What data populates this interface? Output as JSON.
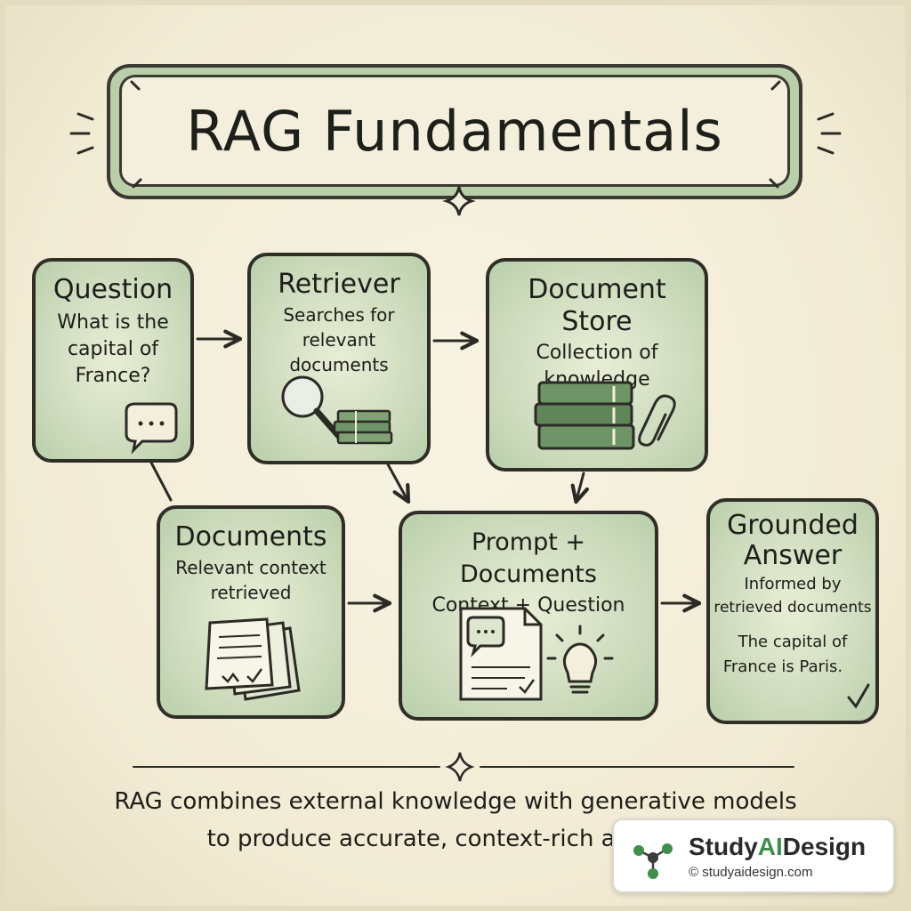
{
  "title": "RAG Fundamentals",
  "nodes": {
    "question": {
      "title": "Question",
      "lines": [
        "What is the",
        "capital of",
        "France?"
      ]
    },
    "retriever": {
      "title": "Retriever",
      "lines": [
        "Searches for",
        "relevant documents"
      ]
    },
    "document_store": {
      "title": "Document Store",
      "lines": [
        "Collection of",
        "knowledge"
      ]
    },
    "documents": {
      "title": "Documents",
      "lines": [
        "Relevant context",
        "retrieved"
      ]
    },
    "prompt_documents": {
      "title": "Prompt + Documents",
      "subtitle": "Context + Question"
    },
    "grounded_answer": {
      "title_lines": [
        "Grounded",
        "Answer"
      ],
      "lines": [
        "Informed by",
        "retrieved documents"
      ],
      "answer_lines": [
        "The capital of",
        "France is Paris."
      ]
    }
  },
  "footer": {
    "line1": "RAG combines external knowledge with generative models",
    "line2": "to produce accurate, context-rich answers."
  },
  "brand": {
    "name_part1": "Study",
    "name_part2": "AI",
    "name_part3": "Design",
    "url": "© studyaidesign.com"
  },
  "icons": [
    "chat-bubble-icon",
    "magnifier-icon",
    "books-icon",
    "paperclip-icon",
    "documents-icon",
    "prompt-document-icon",
    "lightbulb-icon",
    "checkmark-icon",
    "sparkle-icon",
    "brand-molecule-icon"
  ],
  "colors": {
    "card_fill": "#cfdcbe",
    "title_border_fill": "#b9cfa9",
    "paper": "#f4efdc",
    "ink": "#2f2f28",
    "brand_green": "#3f8f4a"
  }
}
